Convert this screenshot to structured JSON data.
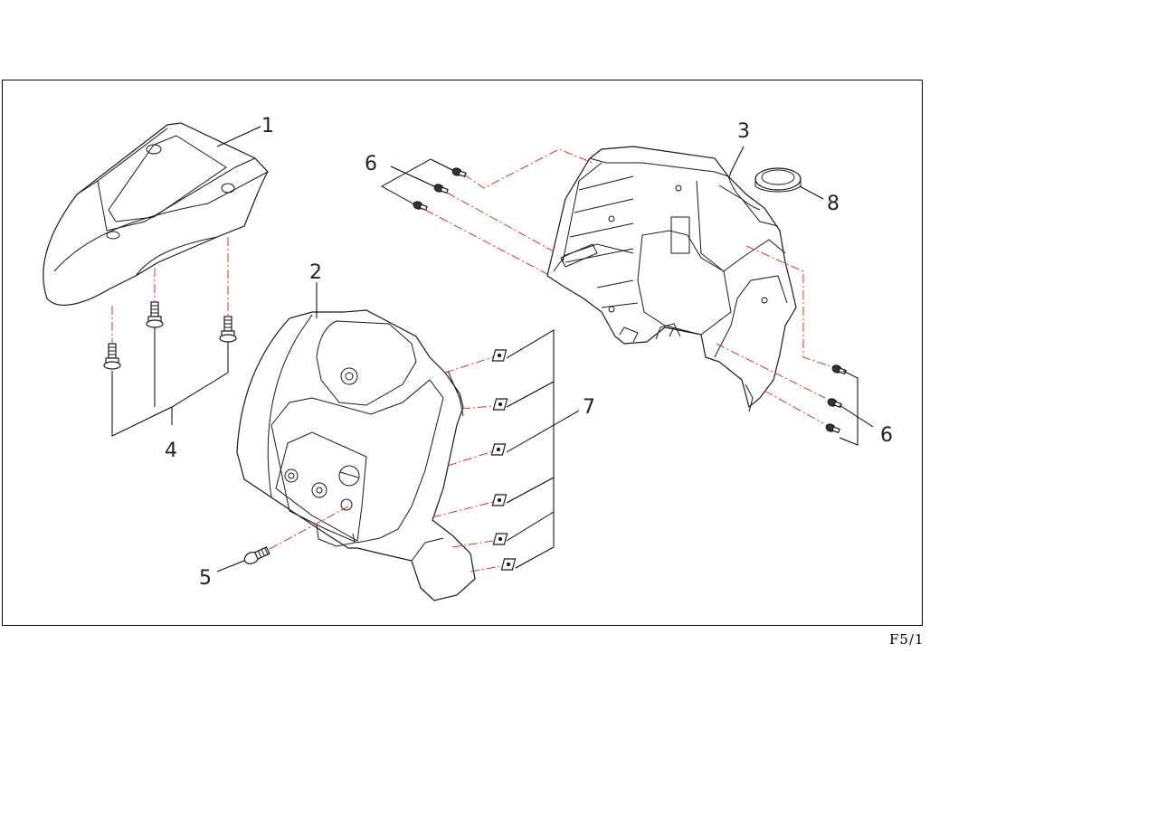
{
  "callouts": {
    "c1": "1",
    "c2": "2",
    "c3": "3",
    "c4": "4",
    "c5": "5",
    "c6a": "6",
    "c6b": "6",
    "c7": "7",
    "c8": "8"
  },
  "page_code": "F5/1",
  "colors": {
    "outline": "#1a1a1a",
    "center_line": "#e0302a"
  }
}
